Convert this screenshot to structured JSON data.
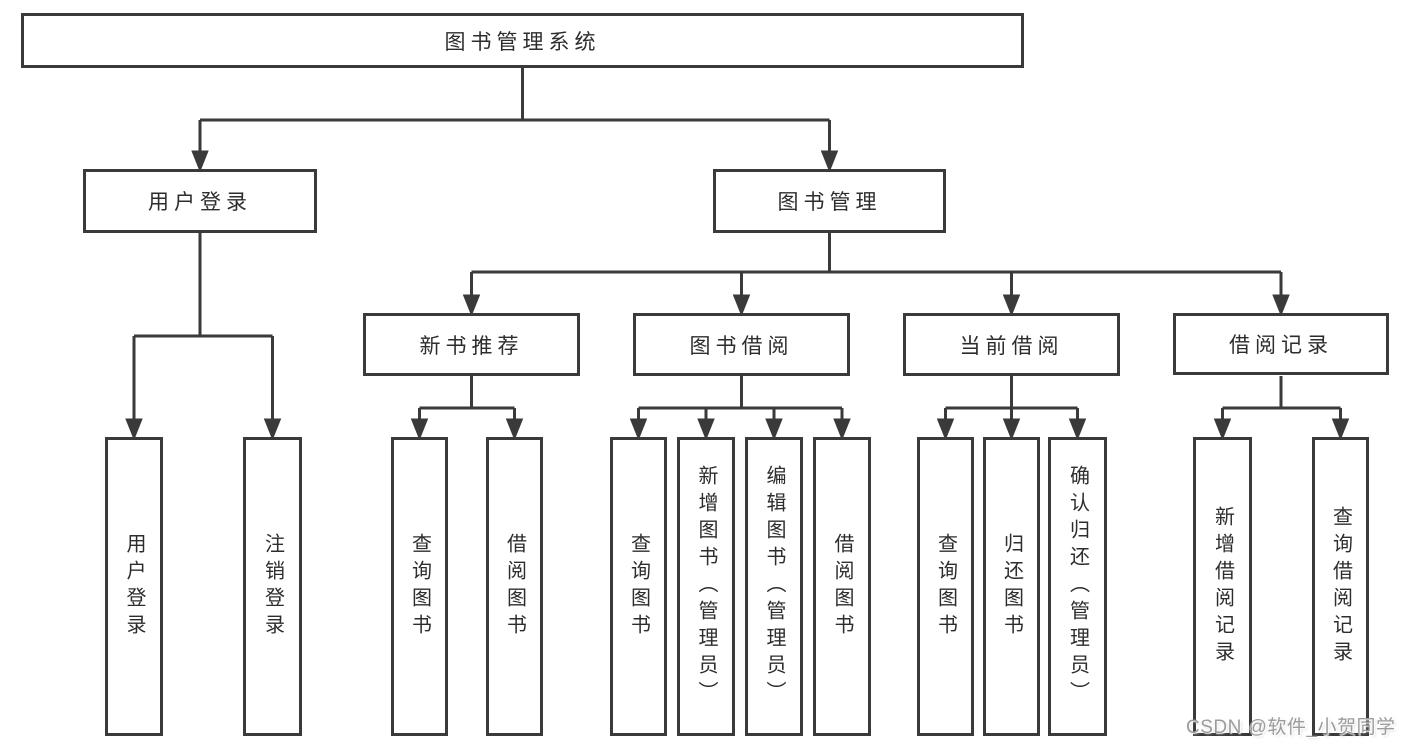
{
  "diagram": {
    "root": {
      "label": "图书管理系统"
    },
    "branches": [
      {
        "label": "用户登录",
        "children": [
          {
            "label": "用户登录"
          },
          {
            "label": "注销登录"
          }
        ]
      },
      {
        "label": "图书管理",
        "children": [
          {
            "label": "新书推荐",
            "children": [
              {
                "label": "查询图书"
              },
              {
                "label": "借阅图书"
              }
            ]
          },
          {
            "label": "图书借阅",
            "children": [
              {
                "label": "查询图书"
              },
              {
                "label": "新增图书（管理员）"
              },
              {
                "label": "编辑图书（管理员）"
              },
              {
                "label": "借阅图书"
              }
            ]
          },
          {
            "label": "当前借阅",
            "children": [
              {
                "label": "查询图书"
              },
              {
                "label": "归还图书"
              },
              {
                "label": "确认归还（管理员）"
              }
            ]
          },
          {
            "label": "借阅记录",
            "children": [
              {
                "label": "新增借阅记录"
              },
              {
                "label": "查询借阅记录"
              }
            ]
          }
        ]
      }
    ]
  },
  "watermark": {
    "text": "CSDN @软件_小贺同学"
  },
  "colors": {
    "line": "#3a3a3a",
    "text": "#2d2d2d",
    "watermark": "#9c9c9c",
    "bg": "#ffffff"
  }
}
